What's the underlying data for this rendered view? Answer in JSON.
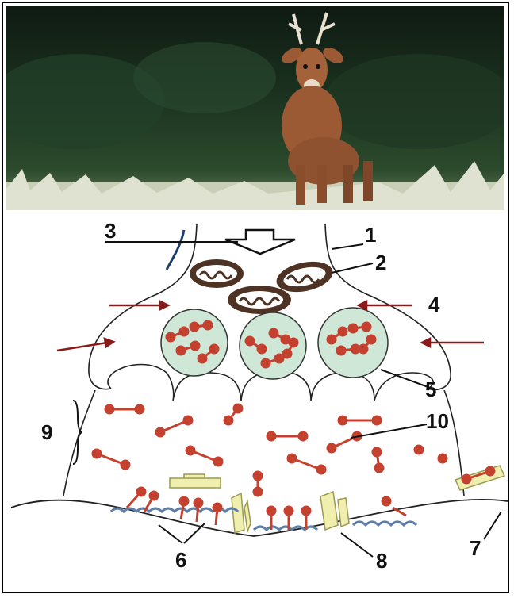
{
  "labels": [
    {
      "id": "1",
      "text": "1"
    },
    {
      "id": "2",
      "text": "2"
    },
    {
      "id": "3",
      "text": "3"
    },
    {
      "id": "4",
      "text": "4"
    },
    {
      "id": "5",
      "text": "5"
    },
    {
      "id": "6",
      "text": "6"
    },
    {
      "id": "7",
      "text": "7"
    },
    {
      "id": "8",
      "text": "8"
    },
    {
      "id": "9",
      "text": "9"
    },
    {
      "id": "10",
      "text": "10"
    }
  ],
  "colors": {
    "neurotransmitter": "#c4412f",
    "vesicle_fill": "#cfe7d6",
    "mitochondrion": "#5a3a2a",
    "receptor": "#5e7fa8",
    "channel": "#f1efb0",
    "arrow": "#8b1a1a",
    "forest_dark": "#16261a",
    "grass": "#d8dcc8",
    "deer": "#9b5a34"
  },
  "icons": [
    "deer-photo",
    "down-arrow-icon",
    "mitochondrion-icon",
    "vesicle-icon"
  ]
}
